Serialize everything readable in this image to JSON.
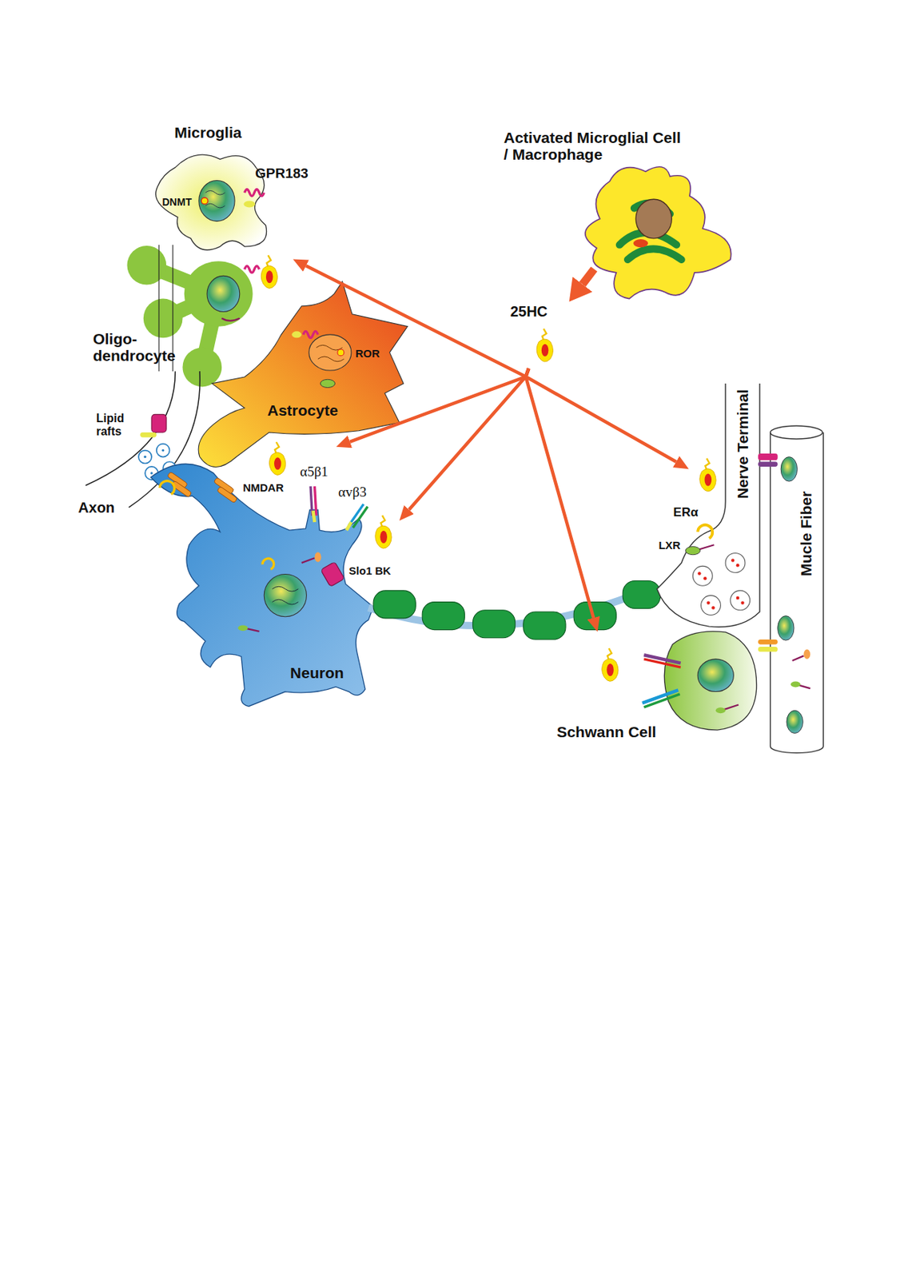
{
  "diagram": {
    "nodes": [
      {
        "text": [
          "Microglia"
        ]
      },
      {
        "text": [
          "Activated Microglial Cell / Macrophage"
        ]
      },
      {
        "text": [
          "Oligo- dendrocyte"
        ]
      },
      {
        "text": [
          "25HC"
        ]
      },
      {
        "text": [
          "Astrocyte"
        ]
      },
      {
        "text": [
          "Neuron"
        ]
      },
      {
        "text": [
          "Nerve Terminal"
        ]
      },
      {
        "text": [
          "Mucle Fiber"
        ]
      },
      {
        "text": [
          "Schwann Cell"
        ]
      }
    ],
    "edges": [
      {
        "from": 1,
        "to": 3,
        "arrow": "to"
      },
      {
        "from": 3,
        "to": 0,
        "arrow": "to"
      },
      {
        "from": 3,
        "to": 5,
        "arrow": "to"
      },
      {
        "from": 3,
        "to": 5,
        "arrow": "to"
      },
      {
        "from": 3,
        "to": 8,
        "arrow": "to"
      },
      {
        "from": 3,
        "to": 6,
        "arrow": "to"
      }
    ],
    "labels": [
      "GPR183",
      "DNMT",
      "ROR",
      "Lipid rafts",
      "Axon",
      "NMDAR",
      "α5β1",
      "αvβ3",
      "Slo1 BK",
      "ERα",
      "LXR"
    ]
  }
}
